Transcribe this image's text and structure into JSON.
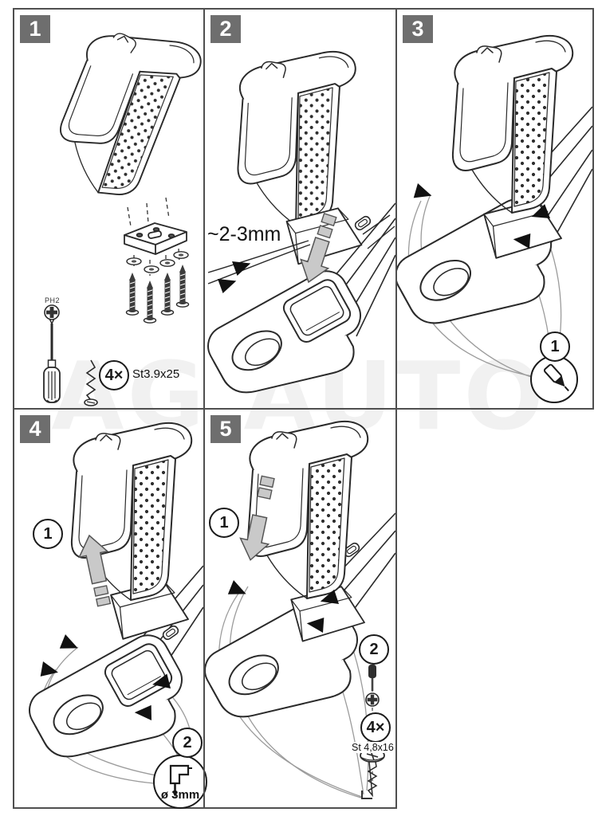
{
  "watermark": "AG AUTO",
  "colors": {
    "line": "#2a2a2a",
    "badge_bg": "#6e6e6e",
    "gray_arrow": "#c9c9c9",
    "leader_line": "#9b9b9b",
    "watermark": "rgba(0,0,0,0.055)"
  },
  "panels": {
    "p1": {
      "number": "1",
      "tool_label": "PH2",
      "qty": "4×",
      "screw_spec": "St3.9x25"
    },
    "p2": {
      "number": "2",
      "gap_label": "~2-3mm"
    },
    "p3": {
      "number": "3",
      "callout1": "1"
    },
    "p4": {
      "number": "4",
      "callout1": "1",
      "callout2": "2",
      "drill_prefix": "ø",
      "drill_size": "3mm"
    },
    "p5": {
      "number": "5",
      "callout1": "1",
      "callout2": "2",
      "qty": "4×",
      "screw_spec": "St 4,8x16"
    }
  }
}
